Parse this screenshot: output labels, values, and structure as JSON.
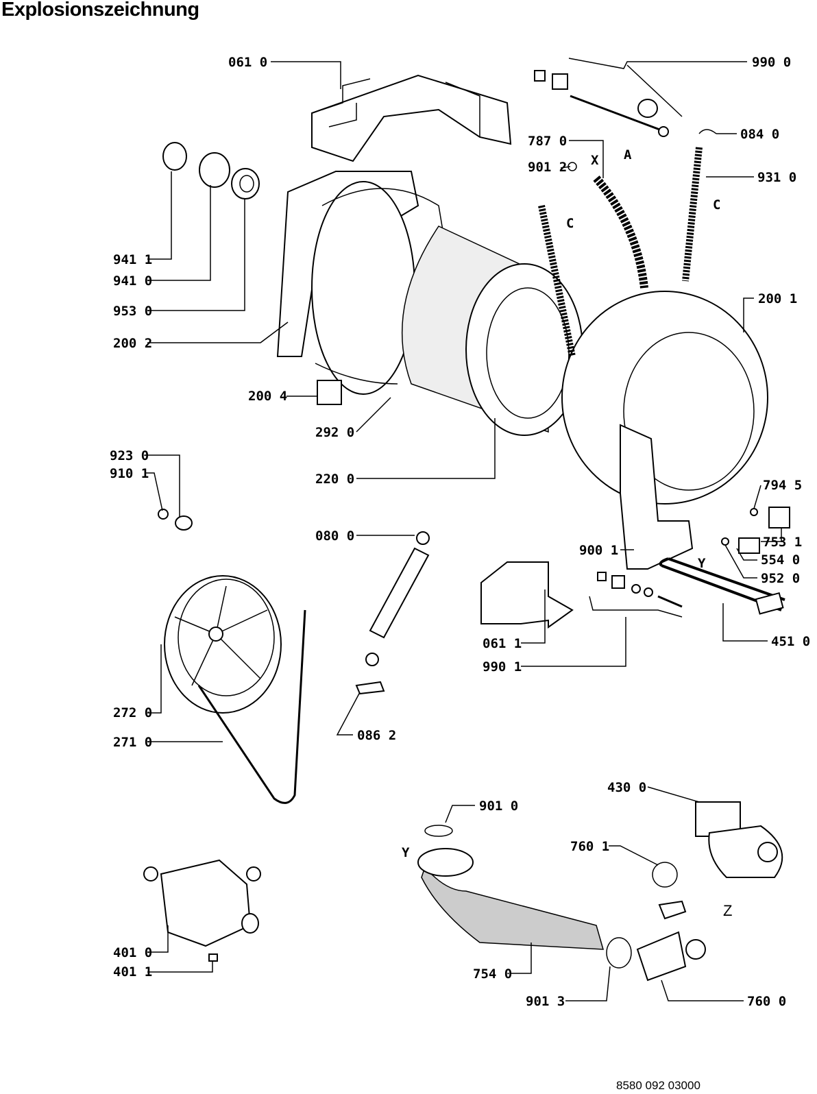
{
  "title": "Explosionszeichnung",
  "footer_code": "8580 092 03000",
  "part_labels": [
    "061 0",
    "990 0",
    "084 0",
    "787 0",
    "901 2",
    "931 0",
    "941 1",
    "941 0",
    "953 0",
    "200 2",
    "200 1",
    "200 4",
    "292 0",
    "923 0",
    "910 1",
    "220 0",
    "794 5",
    "753 1",
    "080 0",
    "900 1",
    "554 0",
    "952 0",
    "061 1",
    "451 0",
    "990 1",
    "272 0",
    "086 2",
    "271 0",
    "430 0",
    "901 0",
    "760 1",
    "401 0",
    "401 1",
    "754 0",
    "901 3",
    "760 0"
  ],
  "reference_letters": [
    "X",
    "A",
    "C",
    "C",
    "Y",
    "Y",
    "Z"
  ]
}
